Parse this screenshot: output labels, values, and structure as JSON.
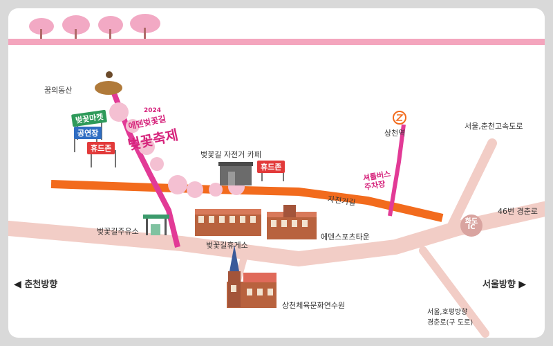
{
  "colors": {
    "pink_band": "#f4a5bd",
    "orange_road": "#f26b1d",
    "magenta_path": "#e23a96",
    "road": "#f2cdc6",
    "festival_pink": "#d6247c",
    "ic_circle": "#d9a4a0"
  },
  "labels": {
    "peak": "꿈의동산",
    "market": "벚꽃마켓",
    "performance": "공연장",
    "restzone_left": "휴드존",
    "restzone_cafe": "휴드존",
    "festival_year": "2024",
    "festival_top": "에덴벚꽃길",
    "festival_main": "벚꽃축제",
    "cafe": "벚꽃길 자전거 카페",
    "station": "상천역",
    "bus_parking": "셔틀버스\n주차장",
    "bike_road": "자전거길",
    "gas_station": "벚꽃길주유소",
    "rest_area": "벚꽃길휴게소",
    "eden_town": "에덴스포츠타운",
    "training_center": "상천체육문화연수원",
    "seoul_expressway": "서울,춘천고속도로",
    "route46": "46번 경춘로",
    "ic_name_1": "화도",
    "ic_name_2": "IC",
    "chuncheon_dir": "춘천방향",
    "seoul_dir": "서울방향",
    "bottom_road": "서울,호평방향\n경춘로(구 도로)"
  },
  "icons": {
    "station_icon": "subway-icon",
    "left_arrow": "arrow-left-icon",
    "right_arrow": "arrow-right-icon"
  }
}
